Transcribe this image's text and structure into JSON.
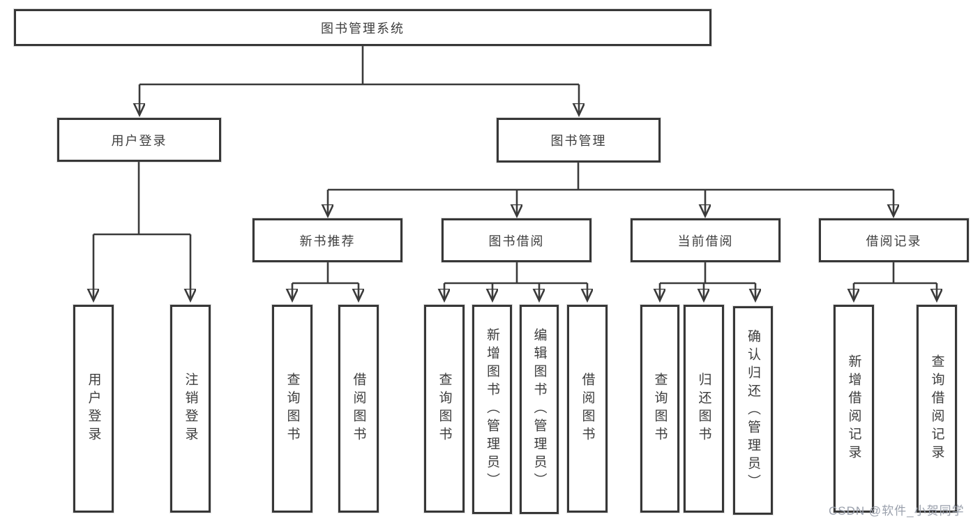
{
  "tree": {
    "root": {
      "label": "图书管理系统",
      "children": [
        {
          "label": "用户登录",
          "children": [
            {
              "label": "用户登录"
            },
            {
              "label": "注销登录"
            }
          ]
        },
        {
          "label": "图书管理",
          "children": [
            {
              "label": "新书推荐",
              "children": [
                {
                  "label": "查询图书"
                },
                {
                  "label": "借阅图书"
                }
              ]
            },
            {
              "label": "图书借阅",
              "children": [
                {
                  "label": "查询图书"
                },
                {
                  "label": "新增图书（管理员）"
                },
                {
                  "label": "编辑图书（管理员）"
                },
                {
                  "label": "借阅图书"
                }
              ]
            },
            {
              "label": "当前借阅",
              "children": [
                {
                  "label": "查询图书"
                },
                {
                  "label": "归还图书"
                },
                {
                  "label": "确认归还（管理员）"
                }
              ]
            },
            {
              "label": "借阅记录",
              "children": [
                {
                  "label": "新增借阅记录"
                },
                {
                  "label": "查询借阅记录"
                }
              ]
            }
          ]
        }
      ]
    }
  },
  "watermark": {
    "text": "CSDN @软件_小贺同学"
  },
  "colors": {
    "line": "#3a3a3a",
    "box_border": "#373737",
    "box_fill": "#ffffff",
    "text": "#3d3d3d",
    "watermark": "#9aa0ac"
  }
}
